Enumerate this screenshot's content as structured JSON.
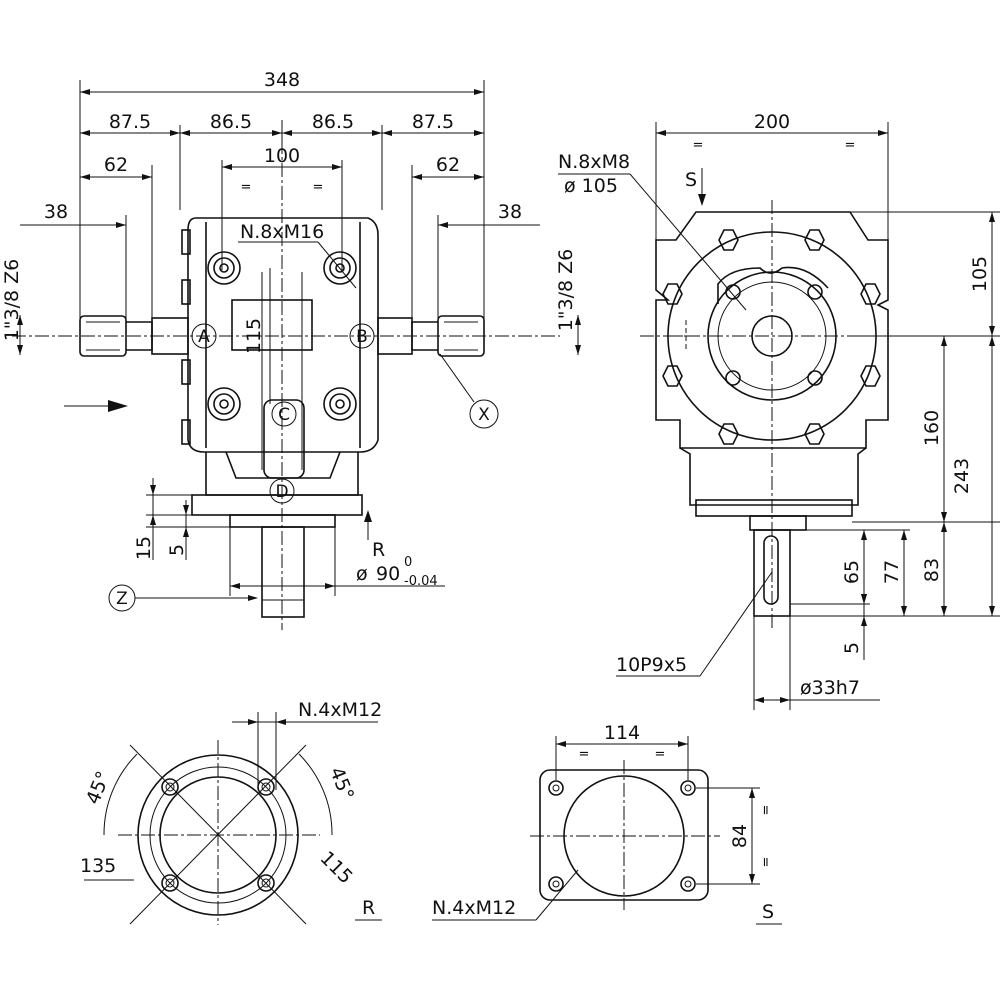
{
  "dimensions": {
    "overall_width": "348",
    "side_left": "87.5",
    "center_left": "86.5",
    "center_right": "86.5",
    "side_right": "87.5",
    "shaft_len_left": "62",
    "shaft_len_right": "62",
    "key_len_left": "38",
    "key_len_right": "38",
    "top_span": "100",
    "equal_mark": "=",
    "vertical_span": "115",
    "flange_thk": "15",
    "step": "5",
    "pilot_dia": "90",
    "pilot_tol_upper": "0",
    "pilot_tol_lower": "-0.04",
    "dia_symbol": "ø",
    "side_width": "200",
    "side_top": "105",
    "side_mid": "160",
    "side_total": "243",
    "shaft_83": "83",
    "shaft_77": "77",
    "shaft_65": "65",
    "shaft_5": "5",
    "shaft_dia": "ø33h7",
    "key_spec": "10P9x5",
    "flange_angle_left": "45°",
    "flange_angle_right": "45°",
    "flange_dia_135": "135",
    "flange_dia_115": "115",
    "square_114": "114",
    "square_84": "84"
  },
  "callouts": {
    "front_holes": "N.8xM16",
    "side_holes": "N.8xM8",
    "side_bolt_circle": "ø 105",
    "flange_r_holes": "N.4xM12",
    "flange_s_holes": "N.4xM12",
    "shaft_spec_left": "1\"3/8 Z6",
    "shaft_spec_right": "1\"3/8 Z6"
  },
  "markers": {
    "A": "A",
    "B": "B",
    "C": "C",
    "D": "D",
    "X": "X",
    "Z": "Z"
  },
  "view_labels": {
    "R": "R",
    "S": "S",
    "R_arrow": "R",
    "S_arrow": "S"
  }
}
